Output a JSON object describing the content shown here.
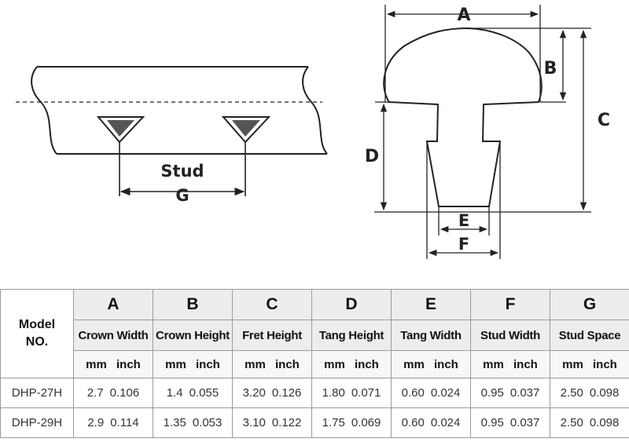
{
  "diagram": {
    "stud_label": "Stud",
    "g_label": "G",
    "dims": {
      "a": "A",
      "b": "B",
      "c": "C",
      "d": "D",
      "e": "E",
      "f": "F"
    }
  },
  "table": {
    "model_header": [
      "Model",
      "NO."
    ],
    "columns": [
      {
        "letter": "A",
        "name": "Crown Width"
      },
      {
        "letter": "B",
        "name": "Crown Height"
      },
      {
        "letter": "C",
        "name": "Fret Height"
      },
      {
        "letter": "D",
        "name": "Tang Height"
      },
      {
        "letter": "E",
        "name": "Tang Width"
      },
      {
        "letter": "F",
        "name": "Stud Width"
      },
      {
        "letter": "G",
        "name": "Stud Space"
      }
    ],
    "unit_label": "mm  inch",
    "rows": [
      {
        "model": "DHP-27H",
        "values": [
          [
            "2.7",
            "0.106"
          ],
          [
            "1.4",
            "0.055"
          ],
          [
            "3.20",
            "0.126"
          ],
          [
            "1.80",
            "0.071"
          ],
          [
            "0.60",
            "0.024"
          ],
          [
            "0.95",
            "0.037"
          ],
          [
            "2.50",
            "0.098"
          ]
        ]
      },
      {
        "model": "DHP-29H",
        "values": [
          [
            "2.9",
            "0.114"
          ],
          [
            "1.35",
            "0.053"
          ],
          [
            "3.10",
            "0.122"
          ],
          [
            "1.75",
            "0.069"
          ],
          [
            "0.60",
            "0.024"
          ],
          [
            "0.95",
            "0.037"
          ],
          [
            "2.50",
            "0.098"
          ]
        ]
      }
    ]
  }
}
